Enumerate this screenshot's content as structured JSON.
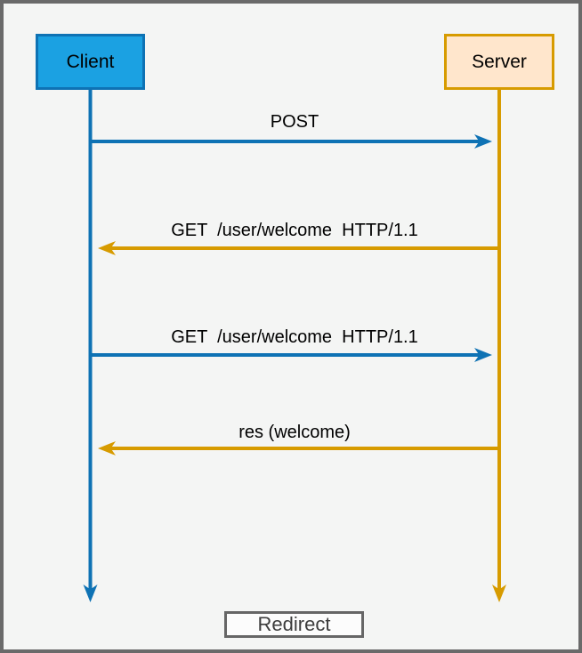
{
  "frame": {
    "background": "#f4f5f4",
    "border_color": "#6a6a6a"
  },
  "actors": [
    {
      "label": "Client",
      "fill": "#1ba1e2",
      "stroke": "#0e72b4"
    },
    {
      "label": "Server",
      "fill": "#ffe6cc",
      "stroke": "#d79b00"
    }
  ],
  "lifelines": [
    {
      "actor": "Client",
      "color": "#0e72b4"
    },
    {
      "actor": "Server",
      "color": "#d79b00"
    }
  ],
  "messages": [
    {
      "label": "POST",
      "from": "Client",
      "to": "Server",
      "direction": "right",
      "color": "#0e72b4"
    },
    {
      "label": "GET  /user/welcome  HTTP/1.1",
      "from": "Server",
      "to": "Client",
      "direction": "left",
      "color": "#d79b00"
    },
    {
      "label": "GET  /user/welcome  HTTP/1.1",
      "from": "Client",
      "to": "Server",
      "direction": "right",
      "color": "#0e72b4"
    },
    {
      "label": "res (welcome)",
      "from": "Server",
      "to": "Client",
      "direction": "left",
      "color": "#d79b00"
    }
  ],
  "footer": {
    "label": "Redirect",
    "fill": "#fcfcfc",
    "border_color": "#666666",
    "text_color": "#3d3d3d"
  }
}
